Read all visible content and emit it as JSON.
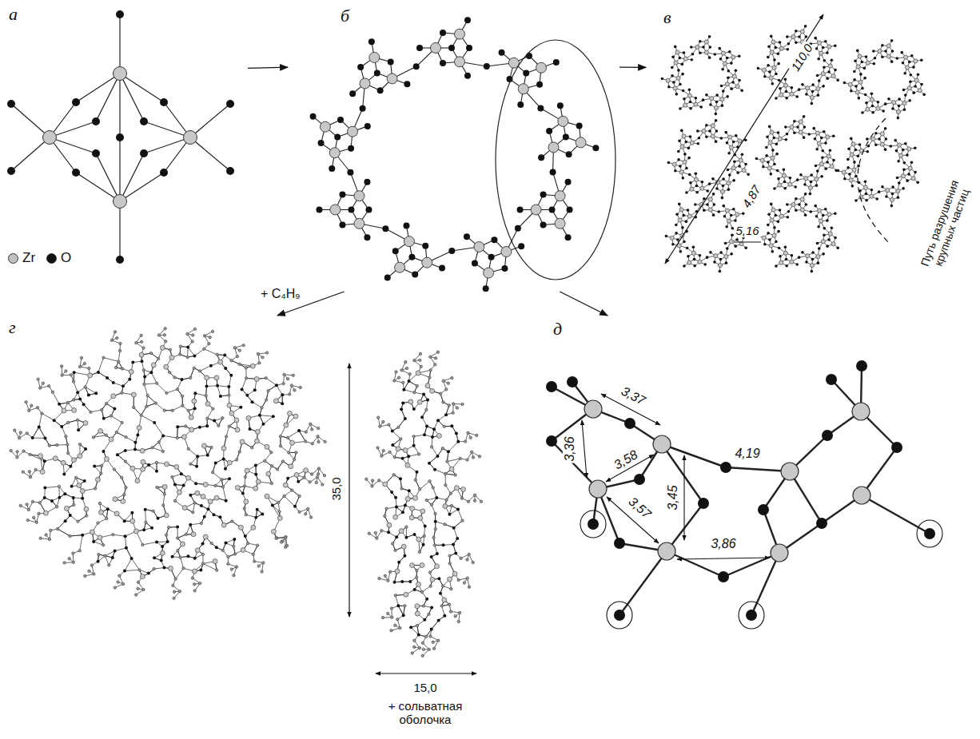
{
  "diagram": {
    "nodes": [
      {
        "text": [
          "а"
        ]
      },
      {
        "text": [
          "б"
        ]
      },
      {
        "text": [
          "в"
        ]
      },
      {
        "text": [
          "г"
        ]
      },
      {
        "text": [
          "д"
        ]
      }
    ],
    "edges": [
      {
        "from": 0,
        "to": 1,
        "arrow": "to"
      },
      {
        "from": 1,
        "to": 2,
        "arrow": "to"
      },
      {
        "from": 1,
        "to": 3,
        "label": "+ C₄H₉",
        "arrow": "to"
      },
      {
        "from": 1,
        "to": 4,
        "arrow": "to"
      }
    ],
    "labels": [
      "110,0",
      "4,87",
      "5,16",
      "Путь разрушения крупных частиц",
      "35,0",
      "15,0",
      "+ сольватная оболочка",
      "3,37",
      "3,36",
      "3,58",
      "3,45",
      "4,19",
      "3,57",
      "3,86"
    ],
    "legend": [
      {
        "text": "Zr",
        "color": "#c0c0c0"
      },
      {
        "text": "O",
        "color": "#111111"
      }
    ]
  }
}
